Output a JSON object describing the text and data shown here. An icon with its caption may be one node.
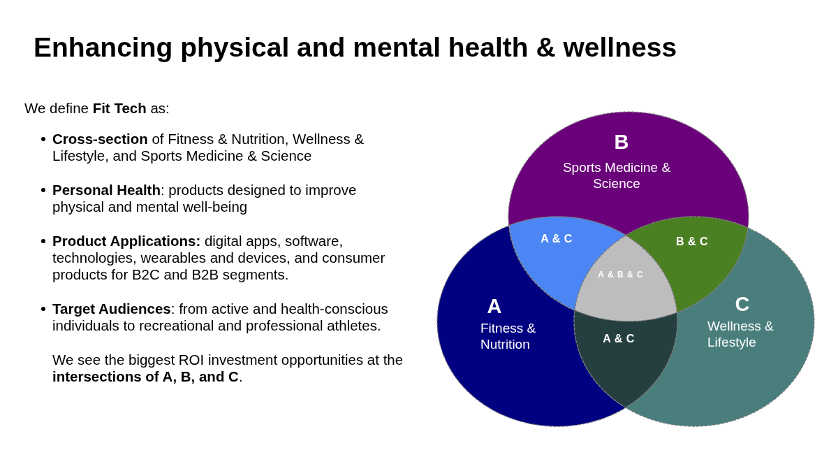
{
  "diagram": {
    "title": "Enhancing physical and mental health & wellness",
    "nodes": [
      {
        "text": [
          "B",
          "Sports Medicine & Science"
        ]
      },
      {
        "text": [
          "A & C"
        ]
      },
      {
        "text": [
          "B & C"
        ]
      },
      {
        "text": [
          "A & B & C"
        ]
      },
      {
        "text": [
          "A",
          "Fitness & Nutrition"
        ]
      },
      {
        "text": [
          "C",
          "Wellness & Lifestyle"
        ]
      },
      {
        "text": [
          "A & C"
        ]
      }
    ],
    "labels": [
      "We define **Fit Tech** as:",
      "**Cross-section** of Fitness & Nutrition, Wellness & Lifestyle, and Sports Medicine & Science",
      "**Personal Health**: products designed to improve physical and mental well-being",
      "**Product Applications:** digital apps, software, technologies, wearables and devices, and consumer products for B2C and B2B segments.",
      "**Target Audiences**: from active and health-conscious individuals to recreational and professional athletes.",
      "We see the biggest ROI investment opportunities at the **intersections of A, B, and C**."
    ]
  }
}
